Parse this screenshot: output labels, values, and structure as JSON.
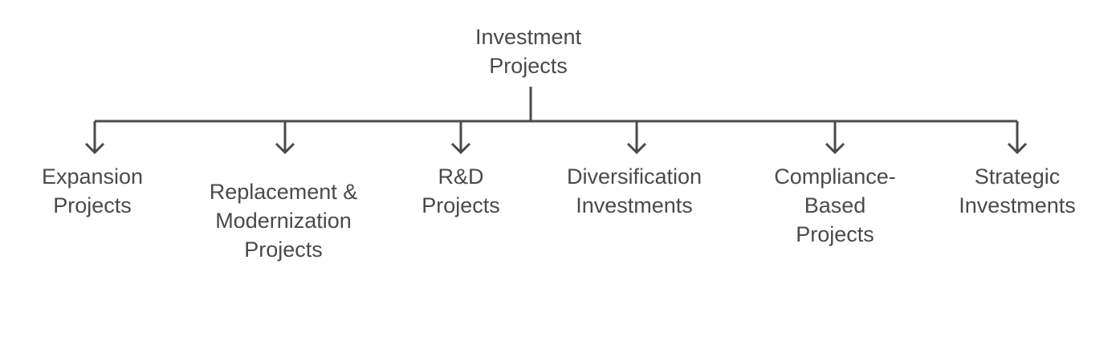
{
  "root": {
    "label": "Investment\nProjects"
  },
  "children": [
    {
      "label": "Expansion\nProjects"
    },
    {
      "label": "Replacement &\nModernization\nProjects"
    },
    {
      "label": "R&D\nProjects"
    },
    {
      "label": "Diversification\nInvestments"
    },
    {
      "label": "Compliance-\nBased\nProjects"
    },
    {
      "label": "Strategic\nInvestments"
    }
  ],
  "colors": {
    "line": "#4a4a4a",
    "text": "#4a4a4a"
  }
}
